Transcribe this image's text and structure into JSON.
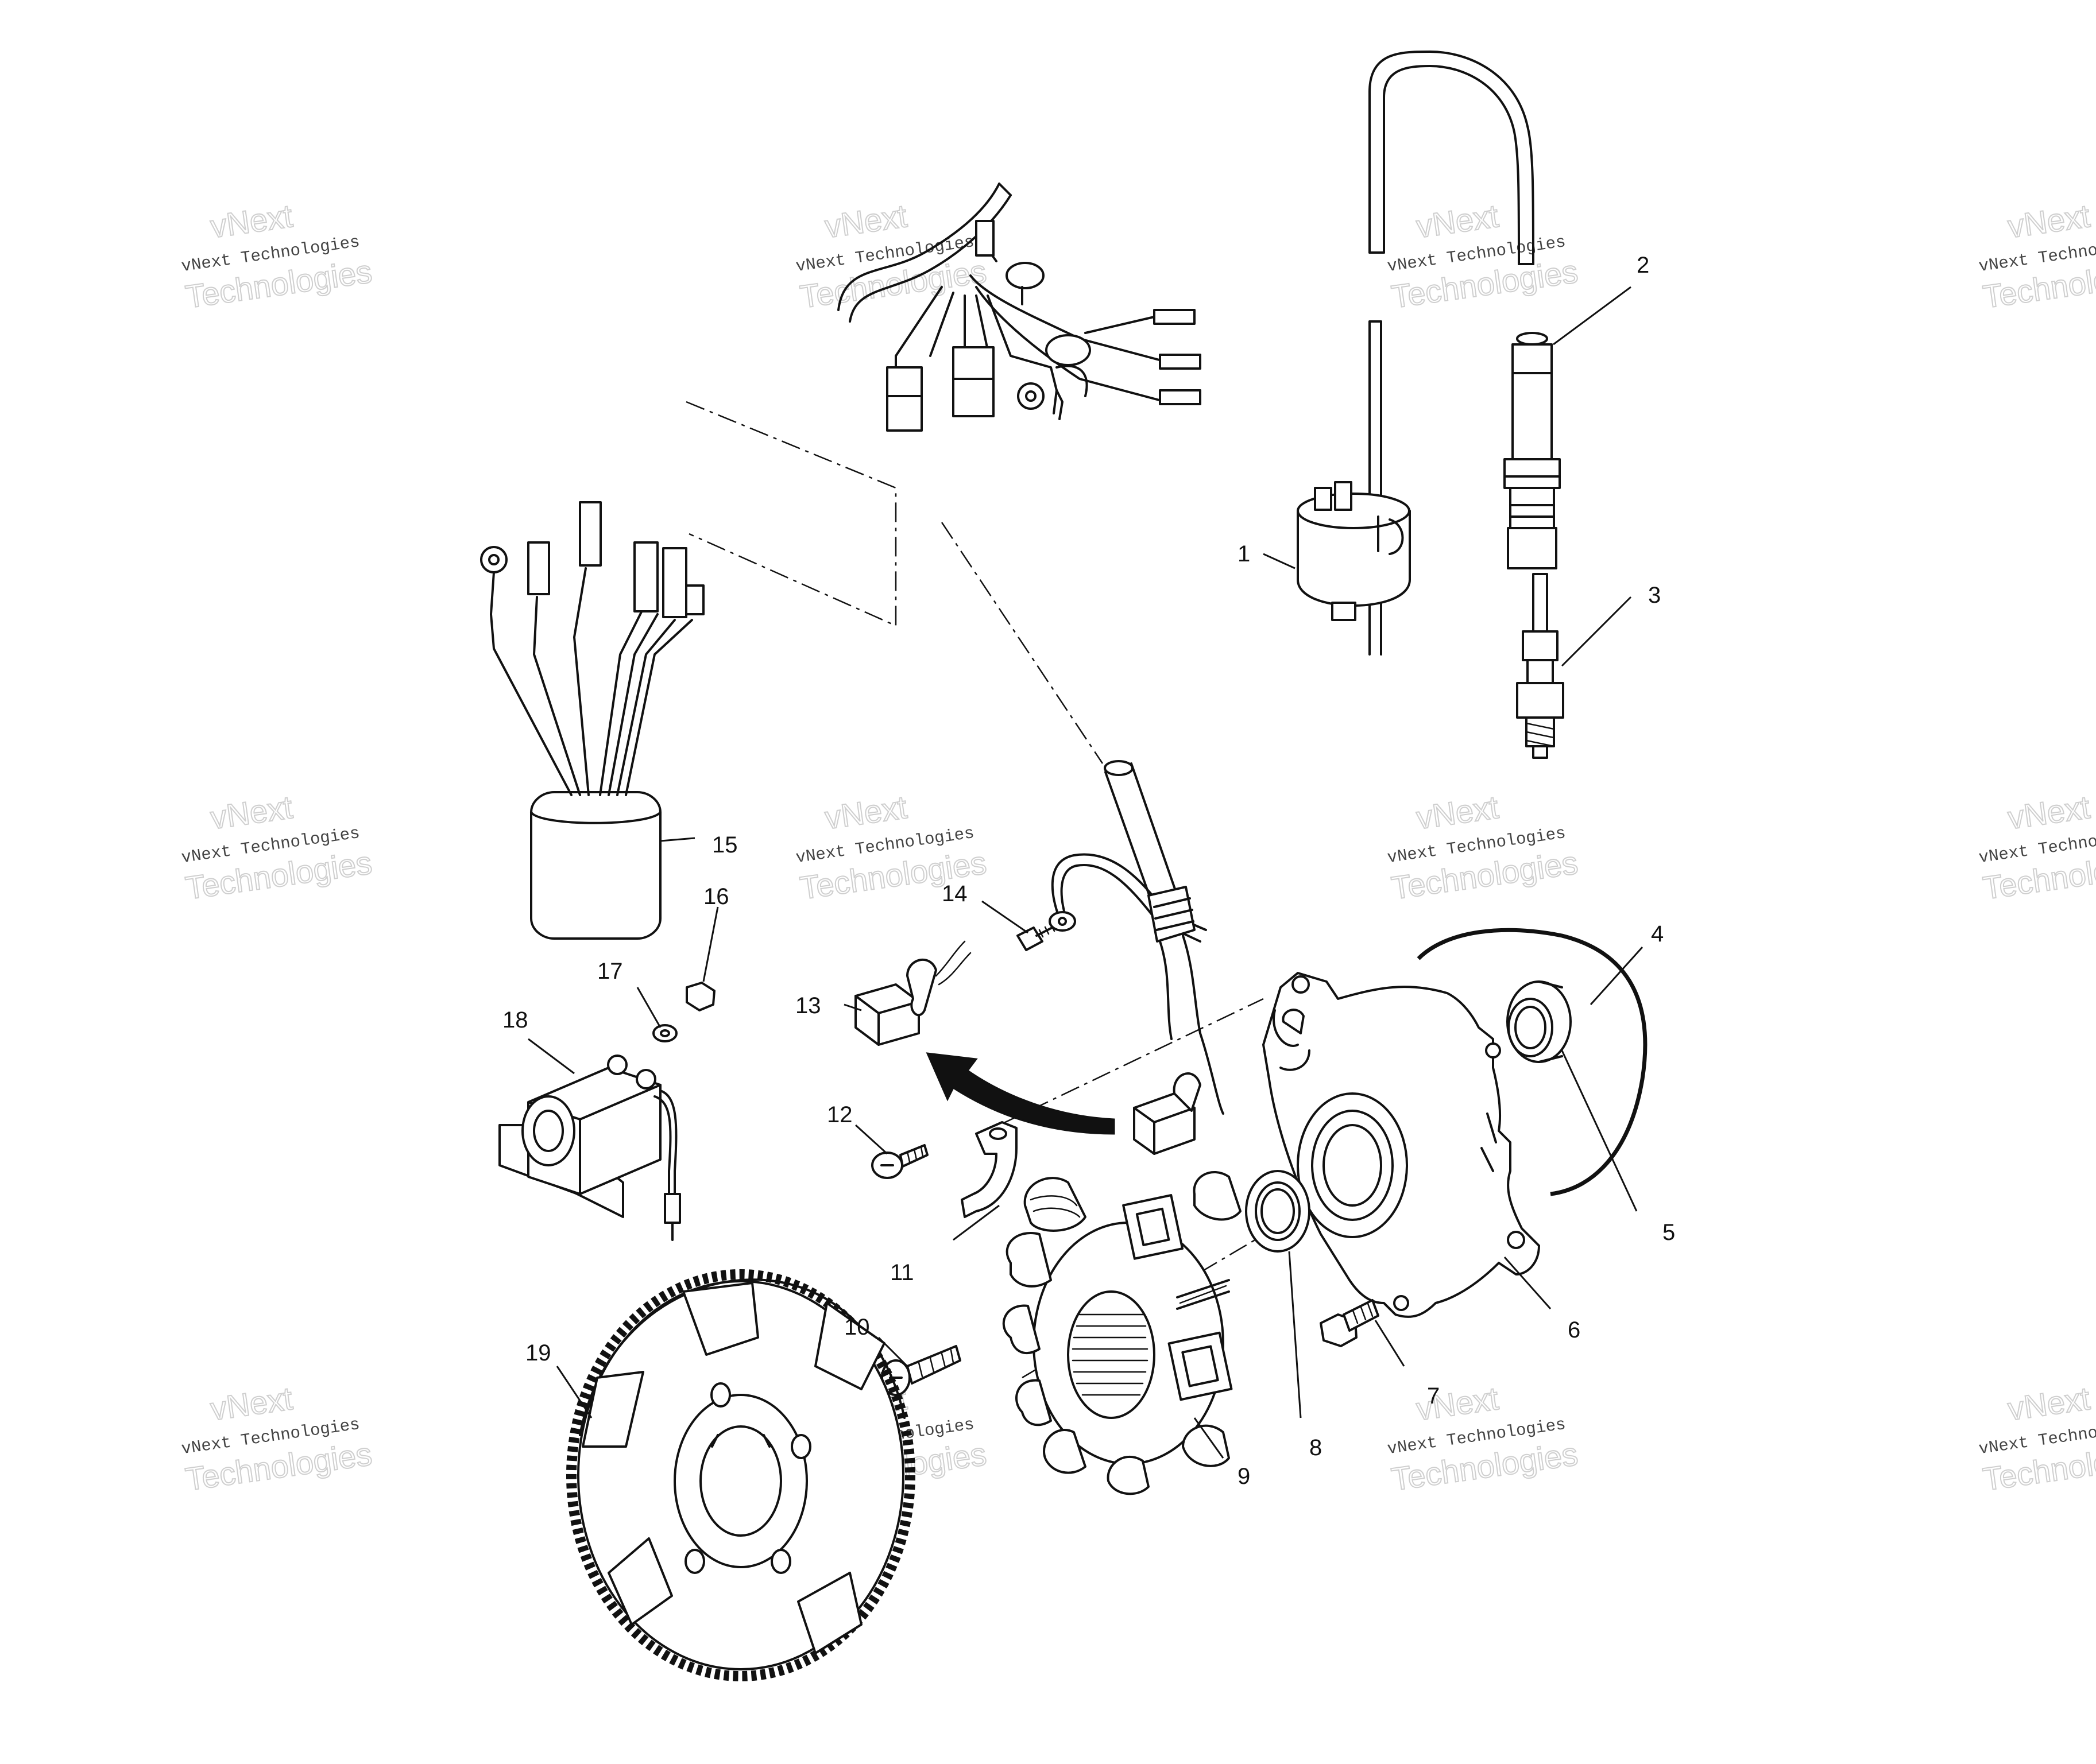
{
  "watermark": {
    "line1": "vNext",
    "line2": "vNext Technologies",
    "line3": "Technologies"
  },
  "callouts": [
    "1",
    "2",
    "3",
    "4",
    "5",
    "6",
    "7",
    "8",
    "9",
    "10",
    "11",
    "12",
    "13",
    "14",
    "15",
    "16",
    "17",
    "18",
    "19"
  ]
}
